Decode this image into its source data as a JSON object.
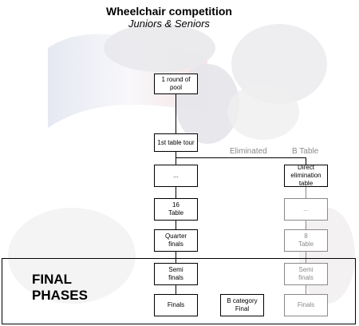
{
  "title": "Wheelchair competition",
  "subtitle": "Juniors & Seniors",
  "left_column": {
    "round_of_pool": "1 round of pool",
    "first_table_tour": "1st table tour",
    "ellipsis": "...",
    "table_16": "16\nTable",
    "quarter_finals": "Quarter\nfinals",
    "semi_finals": "Semi\nfinals",
    "finals": "Finals"
  },
  "branch_labels": {
    "eliminated": "Eliminated",
    "b_table": "B Table"
  },
  "right_column": {
    "direct_elimination_table": "Direct\nelimination\ntable",
    "ellipsis": "...",
    "table_8": "8\nTable",
    "semi_finals": "Semi\nfinals",
    "finals": "Finals"
  },
  "b_category_final": "B category\nFinal",
  "final_phases": "FINAL\nPHASES",
  "colors": {
    "primary_stroke": "#000000",
    "secondary_stroke": "#8a8a8a"
  }
}
